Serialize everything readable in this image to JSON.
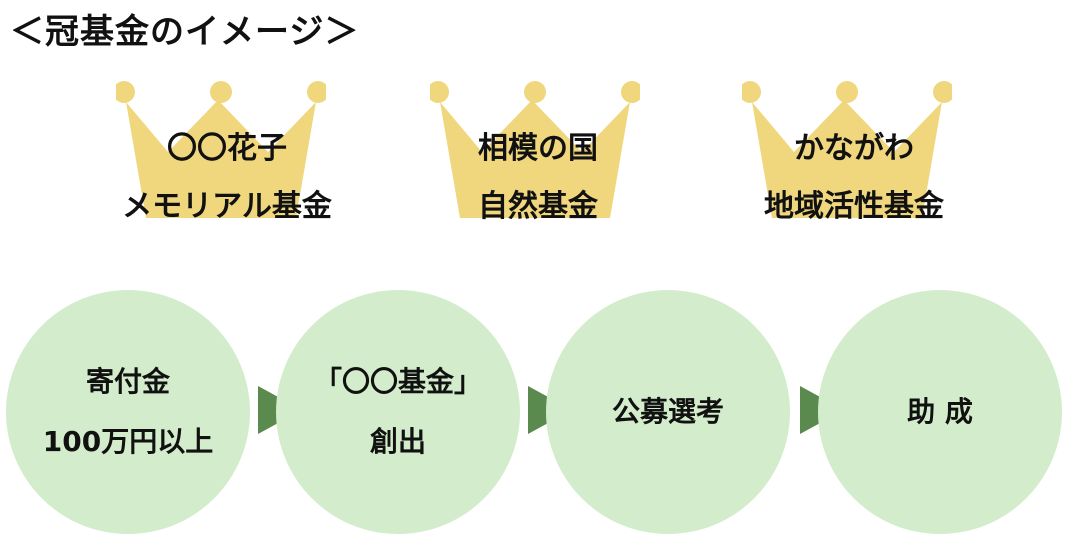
{
  "title": "＜冠基金のイメージ＞",
  "colors": {
    "crown": "#f0d77e",
    "circle": "#d3eccb",
    "arrow": "#5b8a4e",
    "text": "#111111"
  },
  "crowns": [
    {
      "line1": "〇〇花子",
      "line2": "メモリアル基金"
    },
    {
      "line1": "相模の国",
      "line2": "自然基金"
    },
    {
      "line1": "かながわ",
      "line2": "地域活性基金"
    }
  ],
  "steps": [
    {
      "line1": "寄付金",
      "line2": "100万円以上"
    },
    {
      "line1": "「〇〇基金」",
      "line2": "創出"
    },
    {
      "line1": "公募選考",
      "line2": ""
    },
    {
      "line1": "助 成",
      "line2": ""
    }
  ]
}
